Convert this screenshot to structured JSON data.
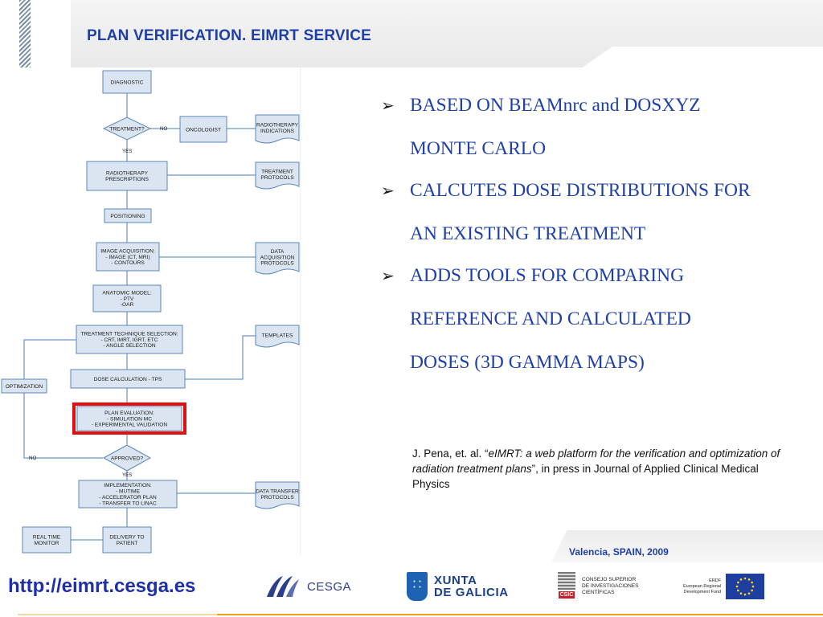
{
  "slide": {
    "title": "PLAN VERIFICATION. EIMRT SERVICE",
    "accent_color": "#1f3fa8"
  },
  "flowchart": {
    "nodes": {
      "diagnostic": "DIAGNOSTIC",
      "treatment_decision": "TREATMENT?",
      "oncologist": "ONCOLOGIST",
      "radiotherapy_indications": [
        "RADIOTHERAPY",
        "INDICATIONS"
      ],
      "radiotherapy_prescriptions": [
        "RADIOTHERAPY",
        "PRESCRIPTIONS"
      ],
      "treatment_protocols": [
        "TREATMENT",
        "PROTOCOLS"
      ],
      "positioning": "POSITIONING",
      "image_acquisition": [
        "IMAGE ACQUISITION:",
        "- IMAGE (CT, MRI)",
        "- CONTOURS"
      ],
      "data_acquisition_protocols": [
        "DATA",
        "ACQUISITION",
        "PROTOCOLS"
      ],
      "anatomic_model": [
        "ANATOMIC MODEL:",
        "- PTV",
        "-OAR"
      ],
      "treatment_technique": [
        "TREATMENT TECHNIQUE SELECTION:",
        "- CRT, IMRT, IGRT, ETC",
        "- ANGLE SELECTION"
      ],
      "templates": "TEMPLATES",
      "dose_calculation": "DOSE CALCULATION - TPS",
      "optimization": "OPTIMIZATION",
      "plan_evaluation": [
        "PLAN EVALUATION:",
        "- SIMULATION MC",
        "- EXPERIMENTAL VALIDATION"
      ],
      "approved_decision": "APPROVED?",
      "implementation": [
        "IMPLEMENTATION:",
        "- MUTIME",
        "- ACCELERATOR PLAN",
        "- TRANSFER TO LINAC"
      ],
      "data_transfer_protocols": [
        "DATA TRANSFER",
        "PROTOCOLS"
      ],
      "real_time_monitor": [
        "REAL TIME",
        "MONITOR"
      ],
      "delivery": [
        "DELIVERY TO",
        "PATIENT"
      ]
    },
    "edge_labels": {
      "treatment_no": "NO",
      "treatment_yes": "YES",
      "approved_no": "NO",
      "approved_yes": "YES"
    },
    "highlight_color": "#e01010"
  },
  "bullets": [
    [
      "BASED ON BEAMnrc and DOSXYZ",
      "MONTE CARLO"
    ],
    [
      "CALCUTES DOSE DISTRIBUTIONS FOR",
      "AN EXISTING TREATMENT"
    ],
    [
      "ADDS TOOLS FOR COMPARING",
      "REFERENCE AND CALCULATED",
      "DOSES (3D GAMMA MAPS)"
    ]
  ],
  "reference": {
    "authors": "J. Pena, et. al. “",
    "title": "eIMRT: a web platform for the verification and optimization of  radiation treatment plans",
    "rest": "”, in press in Journal of Applied Clinical Medical Physics"
  },
  "footer": {
    "location": "Valencia, SPAIN, 2009",
    "url": "http://eimrt.cesga.es",
    "logos": {
      "cesga": "CESGA",
      "xunta": [
        "XUNTA",
        "DE GALICIA"
      ],
      "csic_tag": "CSIC",
      "csic": [
        "CONSEJO SUPERIOR",
        "DE INVESTIGACIONES",
        "CIENTÍFICAS"
      ],
      "erdf": [
        "ERDF",
        "European Regional",
        "Development Fund"
      ]
    }
  }
}
